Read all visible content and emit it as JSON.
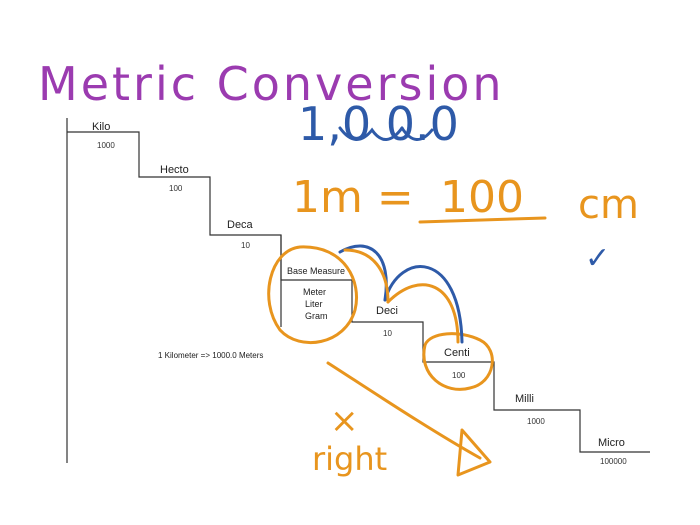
{
  "title": "Metric Conversion",
  "digits": "1,0 0.0",
  "equation": {
    "lhs": "1m =",
    "answer": "100",
    "unit": "cm"
  },
  "steps": [
    {
      "name": "Kilo",
      "value": "1000"
    },
    {
      "name": "Hecto",
      "value": "100"
    },
    {
      "name": "Deca",
      "value": "10"
    },
    {
      "name": "Base Measure",
      "value": ""
    },
    {
      "name": "Deci",
      "value": "10"
    },
    {
      "name": "Centi",
      "value": "100"
    },
    {
      "name": "Milli",
      "value": "1000"
    },
    {
      "name": "Micro",
      "value": "100000"
    }
  ],
  "base_units": [
    "Meter",
    "Liter",
    "Gram"
  ],
  "conversion_note": "1 Kilometer  =>  1000.0 Meters",
  "annotation": {
    "mark": "×",
    "direction": "right",
    "check": "✓"
  },
  "colors": {
    "title": "#9b3bb0",
    "blue": "#2e5aa8",
    "orange": "#e8951e",
    "staircase": "#333333"
  }
}
